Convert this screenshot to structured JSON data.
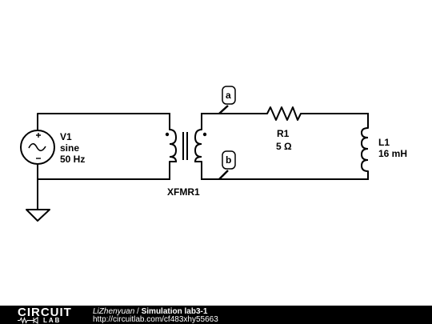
{
  "components": {
    "v1": {
      "name": "V1",
      "waveform": "sine",
      "frequency": "50 Hz"
    },
    "xfmr1": {
      "name": "XFMR1"
    },
    "r1": {
      "name": "R1",
      "value": "5 Ω"
    },
    "l1": {
      "name": "L1",
      "value": "16 mH"
    }
  },
  "probes": {
    "a": "a",
    "b": "b"
  },
  "footer": {
    "logo_top": "CIRCUIT",
    "logo_bottom": "LAB",
    "author": "LiZhenyuan",
    "separator": " / ",
    "title": "Simulation lab3-1",
    "url": "http://circuitlab.com/cf483xhy55663"
  }
}
